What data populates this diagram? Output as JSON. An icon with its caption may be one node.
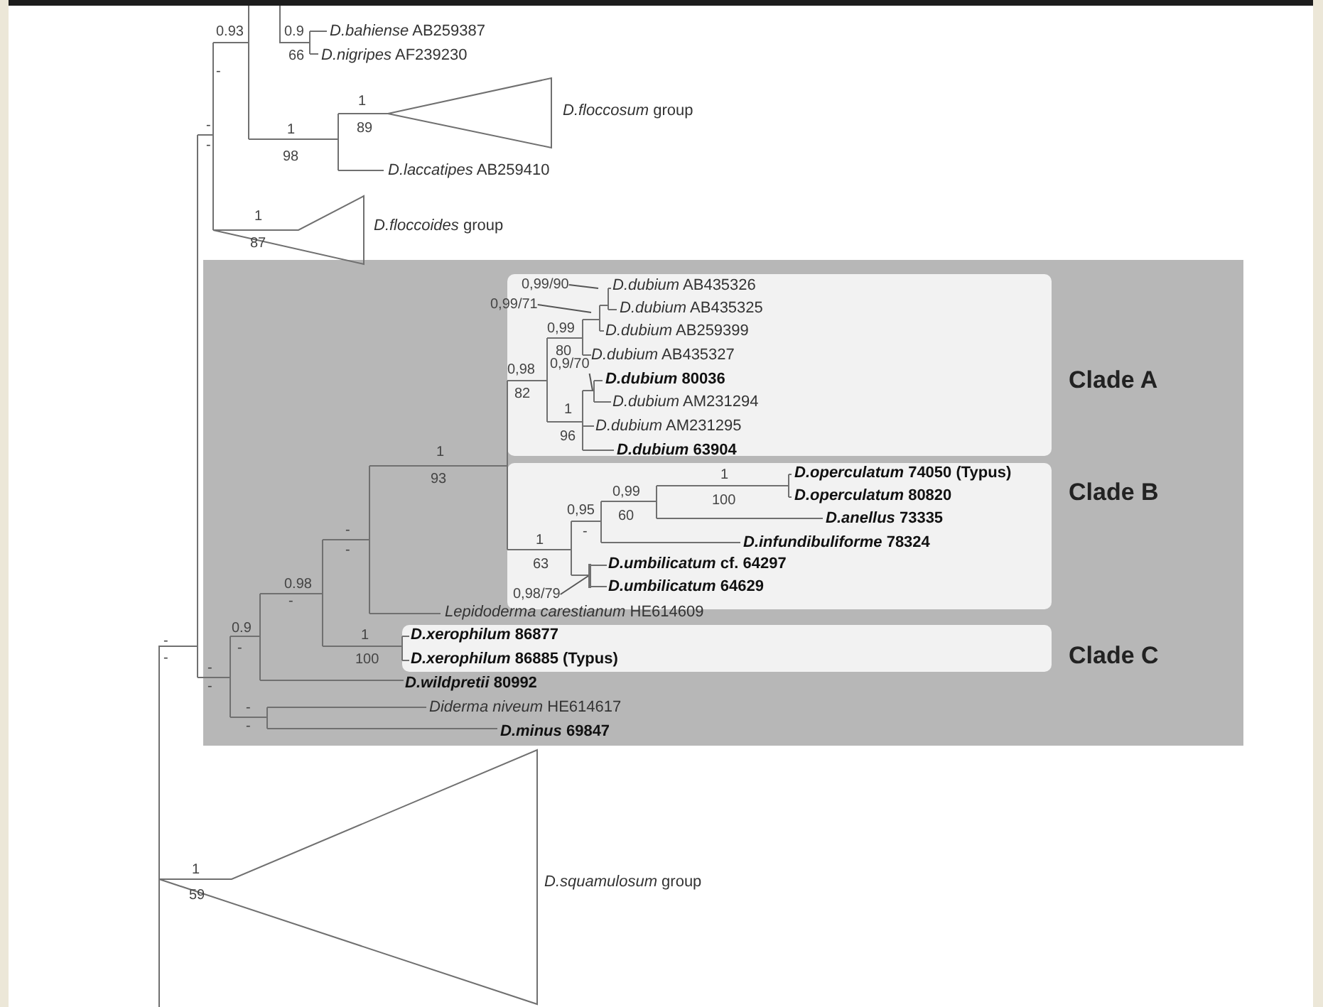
{
  "diagram": {
    "nodes": [
      {
        "text": [
          "0,99/90"
        ]
      },
      {
        "text": [
          "0,99/71"
        ]
      },
      {
        "text": [
          "0,9/70"
        ]
      },
      {
        "text": [
          "0,98/79"
        ]
      },
      {
        "text": [],
        "shape": "bar"
      }
    ],
    "edges": [
      {
        "from": 0,
        "to": null,
        "arrow": "none"
      },
      {
        "from": 1,
        "to": null,
        "arrow": "none"
      },
      {
        "from": 2,
        "to": null,
        "arrow": "none"
      },
      {
        "from": 3,
        "to": 4,
        "arrow": "none"
      }
    ],
    "labels": [
      "0.93",
      "0.9",
      "*D.bahiense* AB259387",
      "66",
      "*D.nigripes* AF239230",
      "-",
      "1",
      "*D.floccosum* group",
      "-",
      "1",
      "89",
      "-",
      "98",
      "*D.laccatipes* AB259410",
      "1",
      "*D.floccoides* group",
      "87",
      "*D.dubium* AB435326",
      "*D.dubium* AB435325",
      "0,99",
      "*D.dubium* AB259399",
      "80",
      "*D.dubium* AB435327",
      "0,98",
      "*D.dubium* 80036",
      "Clade A",
      "82",
      "*D.dubium* AM231294",
      "1",
      "*D.dubium* AM231295",
      "96",
      "1",
      "*D.dubium* 63904",
      "93",
      "1",
      "*D.operculatum* 74050 (Typus)",
      "0,99",
      "100",
      "*D.operculatum* 80820",
      "Clade B",
      "0,95",
      "60",
      "*D.anellus* 73335",
      "-",
      "1",
      "-",
      "*D.infundibuliforme* 78324",
      "-",
      "63",
      "*D.umbilicatum* cf. 64297",
      "0.98",
      "*D.umbilicatum* 64629",
      "-",
      "*Lepidoderma carestianum* HE614609",
      "0.9",
      "1",
      "*D.xerophilum* 86877",
      "-",
      "-",
      "-",
      "100",
      "*D.xerophilum* 86885 (Typus)",
      "Clade C",
      "-",
      "*D.wildpretii* 80992",
      "-",
      "-",
      "*Diderma niveum* HE614617",
      "-",
      "*D.minus* 69847",
      "1",
      "*D.squamulosum* group",
      "59"
    ]
  }
}
